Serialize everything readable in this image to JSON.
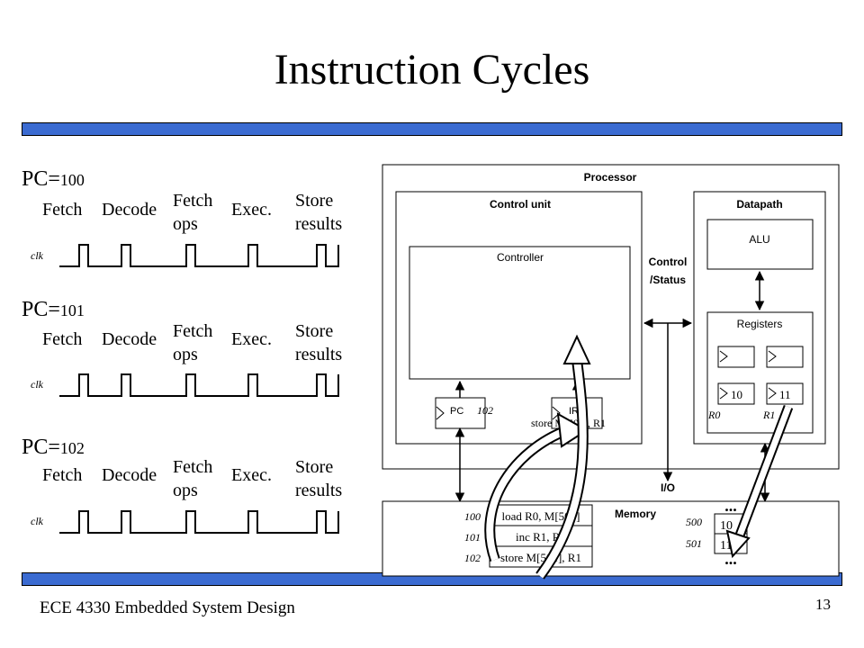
{
  "slide": {
    "title": "Instruction Cycles",
    "footer": "ECE 4330 Embedded System Design",
    "page_number": "13",
    "accent_bar_color": "#3b6bd1"
  },
  "cycles": [
    {
      "pc_prefix": "PC=",
      "pc_value": "100",
      "clk_label": "clk",
      "phases": {
        "fetch": "Fetch",
        "decode": "Decode",
        "fetch_ops_1": "Fetch",
        "fetch_ops_2": "ops",
        "exec": "Exec.",
        "store_1": "Store",
        "store_2": "results"
      }
    },
    {
      "pc_prefix": "PC=",
      "pc_value": "101",
      "clk_label": "clk",
      "phases": {
        "fetch": "Fetch",
        "decode": "Decode",
        "fetch_ops_1": "Fetch",
        "fetch_ops_2": "ops",
        "exec": "Exec.",
        "store_1": "Store",
        "store_2": "results"
      }
    },
    {
      "pc_prefix": "PC=",
      "pc_value": "102",
      "clk_label": "clk",
      "phases": {
        "fetch": "Fetch",
        "decode": "Decode",
        "fetch_ops_1": "Fetch",
        "fetch_ops_2": "ops",
        "exec": "Exec.",
        "store_1": "Store",
        "store_2": "results"
      }
    }
  ],
  "diagram": {
    "processor": "Processor",
    "control_unit": "Control unit",
    "controller": "Controller",
    "datapath": "Datapath",
    "alu": "ALU",
    "registers": "Registers",
    "control_status_1": "Control",
    "control_status_2": "/Status",
    "pc_label": "PC",
    "pc_value": "102",
    "ir_label": "IR",
    "ir_value": "store M[501], R1",
    "r0_value": "10",
    "r1_value": "11",
    "r0_label": "R0",
    "r1_label": "R1",
    "io": "I/O",
    "memory": "Memory",
    "mem_rows": [
      {
        "addr": "100",
        "content": "load R0, M[500]"
      },
      {
        "addr": "101",
        "content": "inc R1, R0"
      },
      {
        "addr": "102",
        "content": "store M[501], R1"
      }
    ],
    "data_rows": [
      {
        "addr": "500",
        "content": "10"
      },
      {
        "addr": "501",
        "content": "11"
      }
    ],
    "ellipsis": "..."
  }
}
